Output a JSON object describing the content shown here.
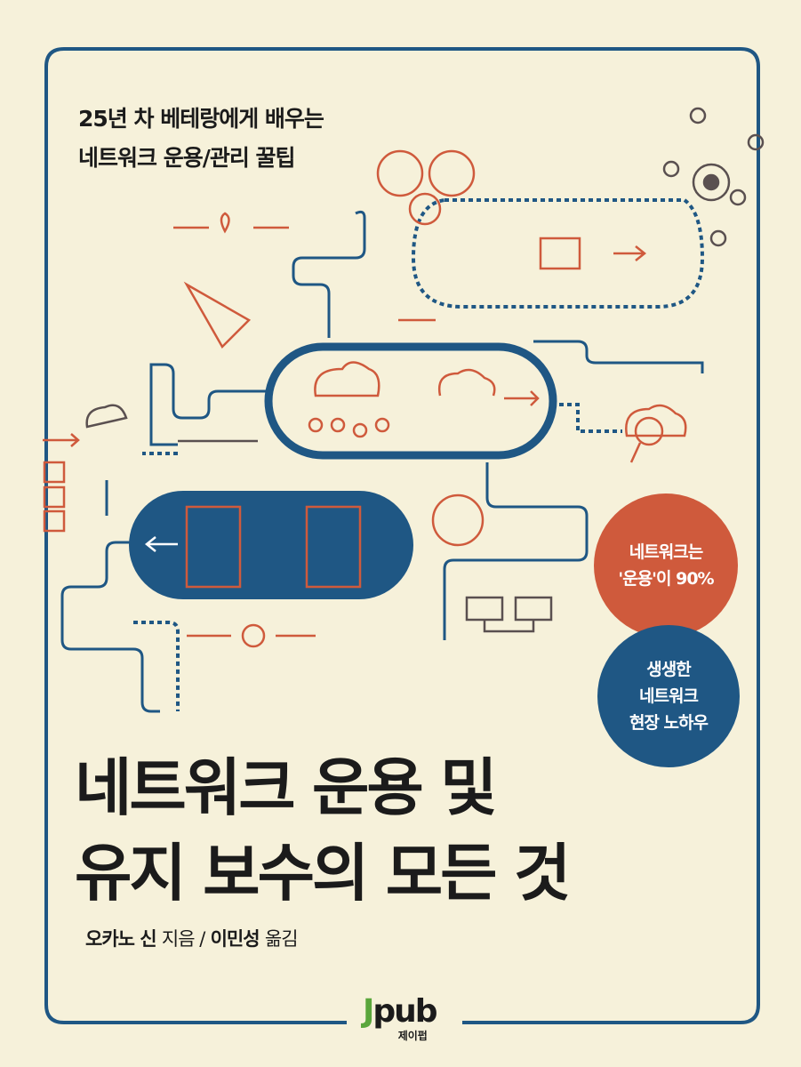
{
  "cover": {
    "subtitle_line1": "25년 차 베테랑에게 배우는",
    "subtitle_line2": "네트워크 운용/관리 꿀팁",
    "title_line1": "네트워크 운용 및",
    "title_line2": "유지 보수의 모든 것",
    "author_name": "오카노 신",
    "author_role": "지음 /",
    "translator_name": "이민성",
    "translator_role": "옮김",
    "badge1_line1": "네트워크는",
    "badge1_line2": "'운용'이 90%",
    "badge2_line1": "생생한",
    "badge2_line2": "네트워크",
    "badge2_line3": "현장 노하우",
    "publisher_logo": "Jpub",
    "publisher_ko": "제이펍"
  },
  "colors": {
    "background": "#f6f1da",
    "blue": "#1f5784",
    "orange": "#cf5a3c",
    "green": "#5aa63b"
  }
}
